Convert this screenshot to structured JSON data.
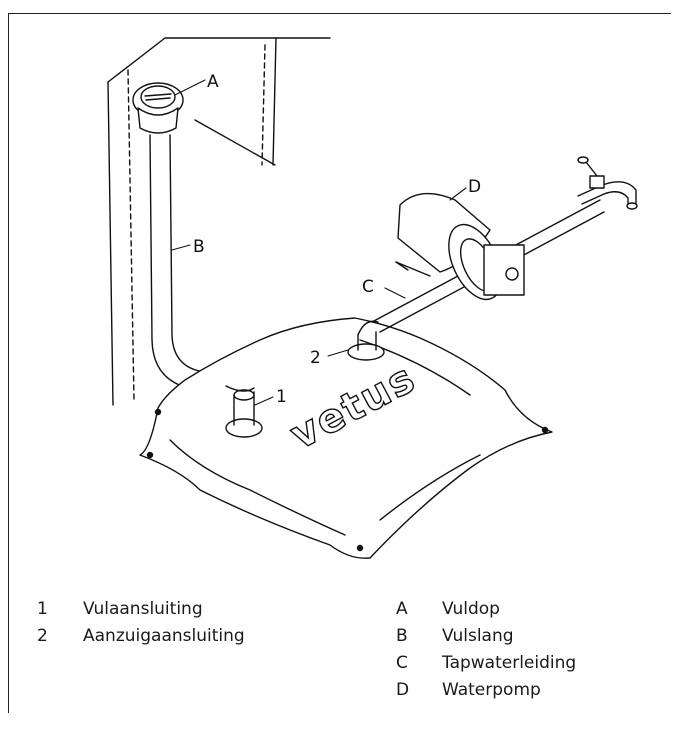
{
  "callouts": {
    "A": "A",
    "B": "B",
    "C": "C",
    "D": "D",
    "one": "1",
    "two": "2"
  },
  "brand_text": "vetus",
  "legend": {
    "left": [
      {
        "key": "1",
        "label": "Vulaansluiting"
      },
      {
        "key": "2",
        "label": "Aanzuigaansluiting"
      }
    ],
    "right": [
      {
        "key": "A",
        "label": "Vuldop"
      },
      {
        "key": "B",
        "label": "Vulslang"
      },
      {
        "key": "C",
        "label": "Tapwaterleiding"
      },
      {
        "key": "D",
        "label": "Waterpomp"
      }
    ]
  }
}
